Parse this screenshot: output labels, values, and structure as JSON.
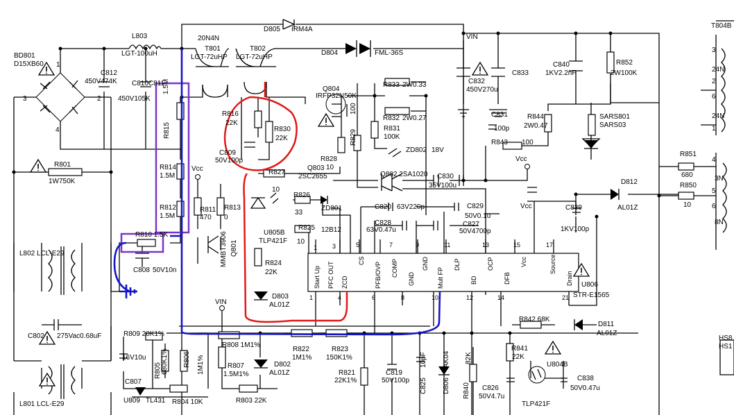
{
  "colors": {
    "purple": "#7b35c8",
    "blue": "#1515c8",
    "red": "#e01818"
  },
  "labels": {
    "l803": [
      "L803",
      "LGT-100uH"
    ],
    "bd801": [
      "BD801",
      "D15XB60"
    ],
    "c812": [
      "C812",
      "450V474K"
    ],
    "c810": [
      "450V105K",
      "C810C811"
    ],
    "r815": [
      "1.5M",
      "R815"
    ],
    "t801": [
      "20N4N",
      "T801",
      "LGT-72uHP"
    ],
    "t802": [
      "T802",
      "LGT-72uHP"
    ],
    "d805": [
      "D805",
      "IRM4A"
    ],
    "d804": [
      "D804",
      "FML-36S"
    ],
    "vin_top": "VIN",
    "q804": [
      "Q804",
      "IRFP32N50K"
    ],
    "r833": [
      "R833",
      "2W0.33"
    ],
    "r832": [
      "R832",
      "2W0.27"
    ],
    "r831": [
      "R831",
      "100K"
    ],
    "r829": [
      "R829",
      "100"
    ],
    "c832": [
      "C832",
      "450V270u"
    ],
    "c833": "C833",
    "c831": [
      "C831",
      "100p"
    ],
    "c840": [
      "C840",
      "1KV2.2nF"
    ],
    "r852": [
      "R852",
      "2W100K"
    ],
    "r844": [
      "R844",
      "2W0.47"
    ],
    "r843": [
      "R843",
      "100"
    ],
    "sars801": [
      "SARS801",
      "SARS03"
    ],
    "t804": "T804B",
    "sec": [
      "3",
      "24N",
      "2",
      "6",
      "24N",
      "1",
      "4",
      "3N",
      "5",
      "6",
      "8N"
    ],
    "r851": [
      "R851",
      "680"
    ],
    "r850": [
      "R850",
      "10"
    ],
    "d812": [
      "D812",
      "AL01Z"
    ],
    "r816": [
      "R816",
      "22K"
    ],
    "r830": [
      "R830",
      "22K"
    ],
    "c809": [
      "C809",
      "50V100p"
    ],
    "r828": [
      "R828",
      "10"
    ],
    "zd802": [
      "ZD802",
      "18V"
    ],
    "r801": [
      "R801",
      "1W750K"
    ],
    "r814": [
      "R814",
      "1.5M"
    ],
    "r812": [
      "R812",
      "1.5M"
    ],
    "r810": "R810 1.5K",
    "c808": [
      "C808",
      "50V10n"
    ],
    "vcc": "Vcc",
    "r811": [
      "R811",
      "470"
    ],
    "r813": [
      "R813",
      "0"
    ],
    "q801": [
      "Q801",
      "MMBT3906"
    ],
    "r827": [
      "R827",
      "10"
    ],
    "q803": [
      "Q803",
      "2SC2655"
    ],
    "q802": "Q802 2SA1020",
    "c830": [
      "C830",
      "35V100u"
    ],
    "r826": [
      "R826",
      "33"
    ],
    "zd801": [
      "ZD801",
      "12B12"
    ],
    "r825": [
      "R825",
      "10"
    ],
    "u805b": [
      "U805B",
      "TLP421F"
    ],
    "c820": "C820",
    "c820v": "63V220p",
    "c828": [
      "C828",
      "63V0.47u"
    ],
    "c829": [
      "C829",
      "50V0.1u"
    ],
    "c827": [
      "C827",
      "50V4700p"
    ],
    "c839": [
      "C839",
      "1KV100p"
    ],
    "r824": [
      "R824",
      "22K"
    ],
    "d803": [
      "D803",
      "AL01Z"
    ],
    "vin_mid": "VIN",
    "u806": [
      "U806",
      "STR-E1565"
    ],
    "pin_names": [
      "Start Up",
      "PFC OUT",
      "ZCD",
      "CS",
      "PFB/OVP",
      "COMP",
      "GND",
      "GND",
      "Mult FP",
      "DLP",
      "BD",
      "OCP",
      "DFB",
      "Vcc",
      "Source",
      "Drain"
    ],
    "pins_top": [
      "1",
      "3",
      "5",
      "7",
      "9",
      "11",
      "13",
      "15",
      "17"
    ],
    "pins_bot": [
      "1",
      "4",
      "6",
      "8",
      "10",
      "12",
      "14",
      "",
      "",
      "21"
    ],
    "l802": "L802 LCL-E29",
    "c802": [
      "C802",
      "275Vac0.68uF"
    ],
    "l801": "L801 LCL-E29",
    "r809": "R809 20K1%",
    "c807v": "16V10u",
    "c807": "C807",
    "r805": [
      "R805",
      "680K1%"
    ],
    "r806": "R806",
    "r807": [
      "R807",
      "1.5M1%"
    ],
    "r808": "R808 1M1%",
    "r1m1": "1M1%",
    "u809": "U809",
    "tl431": "TL431",
    "r804": "R804 10K",
    "r803": "R803 22K",
    "d802": [
      "D802",
      "AL01Z"
    ],
    "r822": [
      "R822",
      "1M1%"
    ],
    "r823": [
      "R823",
      "150K1%"
    ],
    "r821": [
      "R821",
      "22K1%"
    ],
    "c819": [
      "C819",
      "50V100p"
    ],
    "c825": [
      "C825",
      "10pF"
    ],
    "d806": [
      "D806",
      "AK04"
    ],
    "r840": [
      "R840",
      "82K"
    ],
    "c826": [
      "C826",
      "50V4.7u"
    ],
    "r842": "R842 68K",
    "d811": [
      "D811",
      "AL01Z"
    ],
    "r841": [
      "R841",
      "22K"
    ],
    "u804b": [
      "U804B",
      "TLP421F"
    ],
    "c838": [
      "C838",
      "50V0.47u"
    ],
    "hs": [
      "HS8",
      "HS1"
    ],
    "pin_nums": [
      "1",
      "2",
      "3",
      "4"
    ]
  }
}
